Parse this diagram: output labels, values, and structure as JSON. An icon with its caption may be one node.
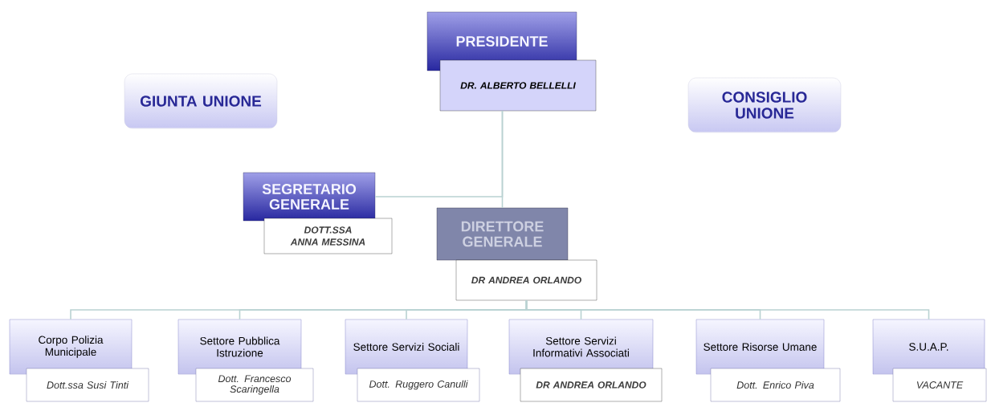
{
  "diagram": {
    "nodes": [
      {
        "text": [
          "GIUNTA UNIONE"
        ]
      },
      {
        "text": [
          "PRESIDENTE"
        ]
      },
      {
        "text": [
          "DR. ALBERTO BELLELLI"
        ]
      },
      {
        "text": [
          "CONSIGLIO UNIONE"
        ]
      },
      {
        "text": [
          "SEGRETARIO GENERALE"
        ]
      },
      {
        "text": [
          "DOTT.SSA ANNA MESSINA"
        ]
      },
      {
        "text": [
          "DIRETTORE GENERALE"
        ]
      },
      {
        "text": [
          "DR ANDREA ORLANDO"
        ]
      },
      {
        "text": [
          "Corpo Polizia Municipale"
        ]
      },
      {
        "text": [
          "Dott.ssa Susi Tinti"
        ]
      },
      {
        "text": [
          "Settore Pubblica Istruzione"
        ]
      },
      {
        "text": [
          "Dott. Francesco Scaringella"
        ]
      },
      {
        "text": [
          "Settore Servizi Sociali"
        ]
      },
      {
        "text": [
          "Dott. Ruggero Canulli"
        ]
      },
      {
        "text": [
          "Settore Servizi Informativi Associati"
        ]
      },
      {
        "text": [
          "DR ANDREA ORLANDO"
        ]
      },
      {
        "text": [
          "Settore Risorse Umane"
        ]
      },
      {
        "text": [
          "Dott. Enrico Piva"
        ]
      },
      {
        "text": [
          "S.U.A.P."
        ]
      },
      {
        "text": [
          "VACANTE"
        ]
      }
    ],
    "edges": [
      {
        "from": 2,
        "to": 4,
        "arrow": "none"
      },
      {
        "from": 2,
        "to": 6,
        "arrow": "none"
      },
      {
        "from": 7,
        "to": 8,
        "arrow": "none"
      },
      {
        "from": 7,
        "to": 10,
        "arrow": "none"
      },
      {
        "from": 7,
        "to": 12,
        "arrow": "none"
      },
      {
        "from": 7,
        "to": 14,
        "arrow": "none"
      },
      {
        "from": 7,
        "to": 16,
        "arrow": "none"
      },
      {
        "from": 7,
        "to": 18,
        "arrow": "none"
      }
    ]
  }
}
